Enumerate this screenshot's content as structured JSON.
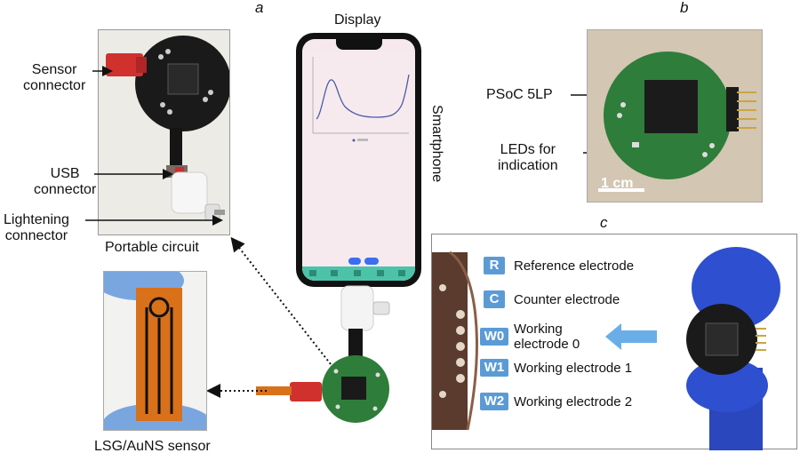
{
  "panels": {
    "a": "a",
    "b": "b",
    "c": "c"
  },
  "labels": {
    "display": "Display",
    "smartphone": "Smartphone",
    "sensor_connector": [
      "Sensor",
      "connector"
    ],
    "usb_connector": [
      "USB",
      "connector"
    ],
    "lightening_connector": [
      "Lightening",
      "connector"
    ],
    "portable_circuit": "Portable circuit",
    "lsg_sensor": "LSG/AuNS sensor",
    "psoc": "PSoC 5LP",
    "leds": [
      "LEDs for",
      "indication"
    ],
    "scale": "1 cm"
  },
  "electrodes": [
    {
      "tag": "R",
      "label": [
        "Reference electrode"
      ]
    },
    {
      "tag": "C",
      "label": [
        "Counter electrode"
      ]
    },
    {
      "tag": "W0",
      "label": [
        "Working",
        "electrode 0"
      ]
    },
    {
      "tag": "W1",
      "label": [
        "Working electrode 1"
      ]
    },
    {
      "tag": "W2",
      "label": [
        "Working electrode 2"
      ]
    }
  ],
  "colors": {
    "tag_blue": "#5b9bd5",
    "pcb_green": "#2e7d3a",
    "connector_red": "#d0312d",
    "glove_blue": "#2e4fd0",
    "sensor_orange": "#d9701a",
    "plot_line": "#4a5aa8"
  }
}
